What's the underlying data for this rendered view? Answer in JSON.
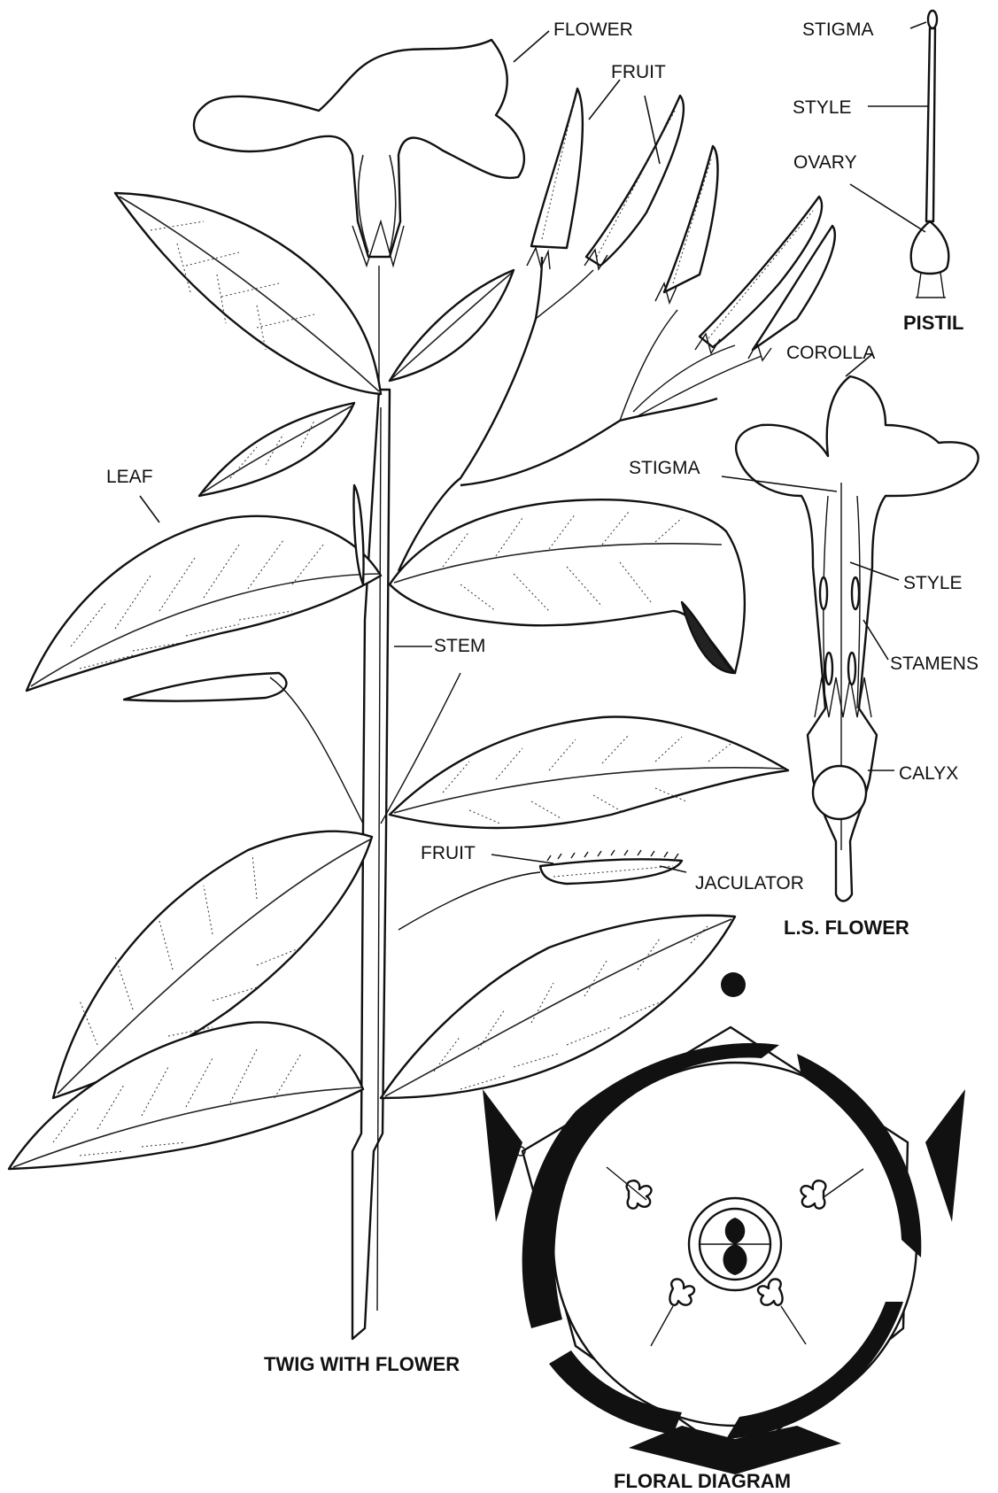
{
  "labels": {
    "flower": "FLOWER",
    "fruit_top": "FRUIT",
    "leaf": "LEAF",
    "stem": "STEM",
    "fruit_mid": "FRUIT",
    "jaculator": "JACULATOR",
    "pistil_stigma": "STIGMA",
    "pistil_style": "STYLE",
    "pistil_ovary": "OVARY",
    "ls_corolla": "COROLLA",
    "ls_stigma": "STIGMA",
    "ls_style": "STYLE",
    "ls_stamens": "STAMENS",
    "ls_calyx": "CALYX"
  },
  "captions": {
    "twig": "TWIG WITH FLOWER",
    "pistil": "PISTIL",
    "ls_flower": "L.S. FLOWER",
    "floral_diagram": "FLORAL DIAGRAM"
  }
}
